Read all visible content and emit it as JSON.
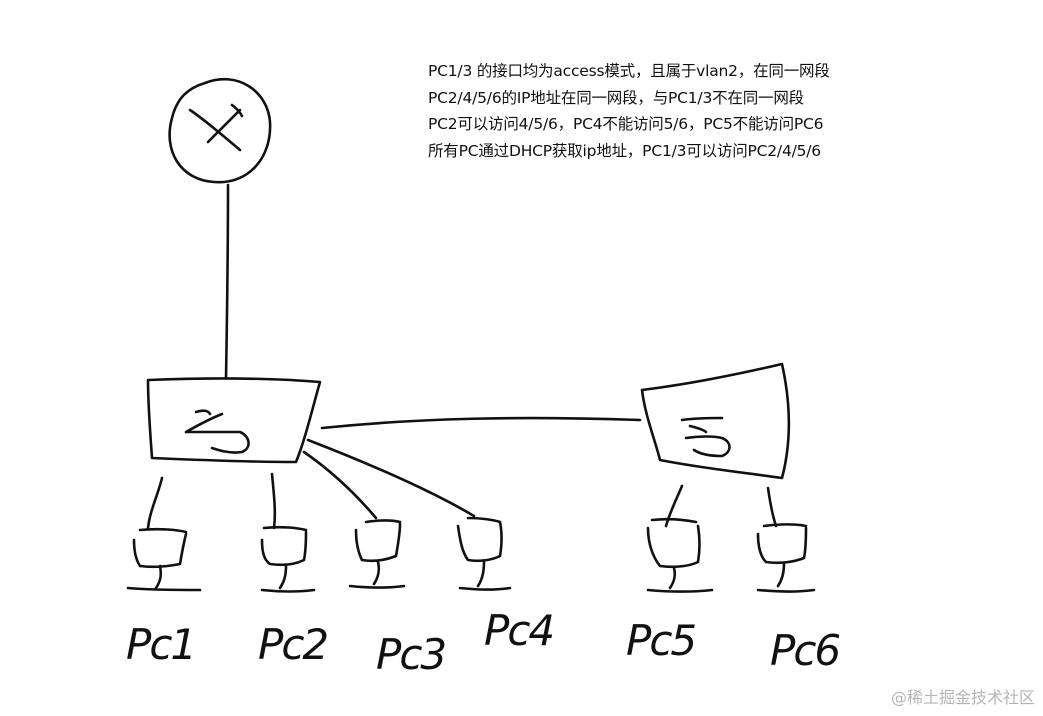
{
  "notes": [
    "PC1/3 的接口均为access模式，且属于vlan2，在同一网段",
    "PC2/4/5/6的IP地址在同一网段，与PC1/3不在同一网段",
    "PC2可以访问4/5/6，PC4不能访问5/6，PC5不能访问PC6",
    "所有PC通过DHCP获取ip地址，PC1/3可以访问PC2/4/5/6"
  ],
  "labels": {
    "pc1": "Pc1",
    "pc2": "Pc2",
    "pc3": "Pc3",
    "pc4": "Pc4",
    "pc5": "Pc5",
    "pc6": "Pc6"
  },
  "watermark": "@稀土掘金技术社区"
}
